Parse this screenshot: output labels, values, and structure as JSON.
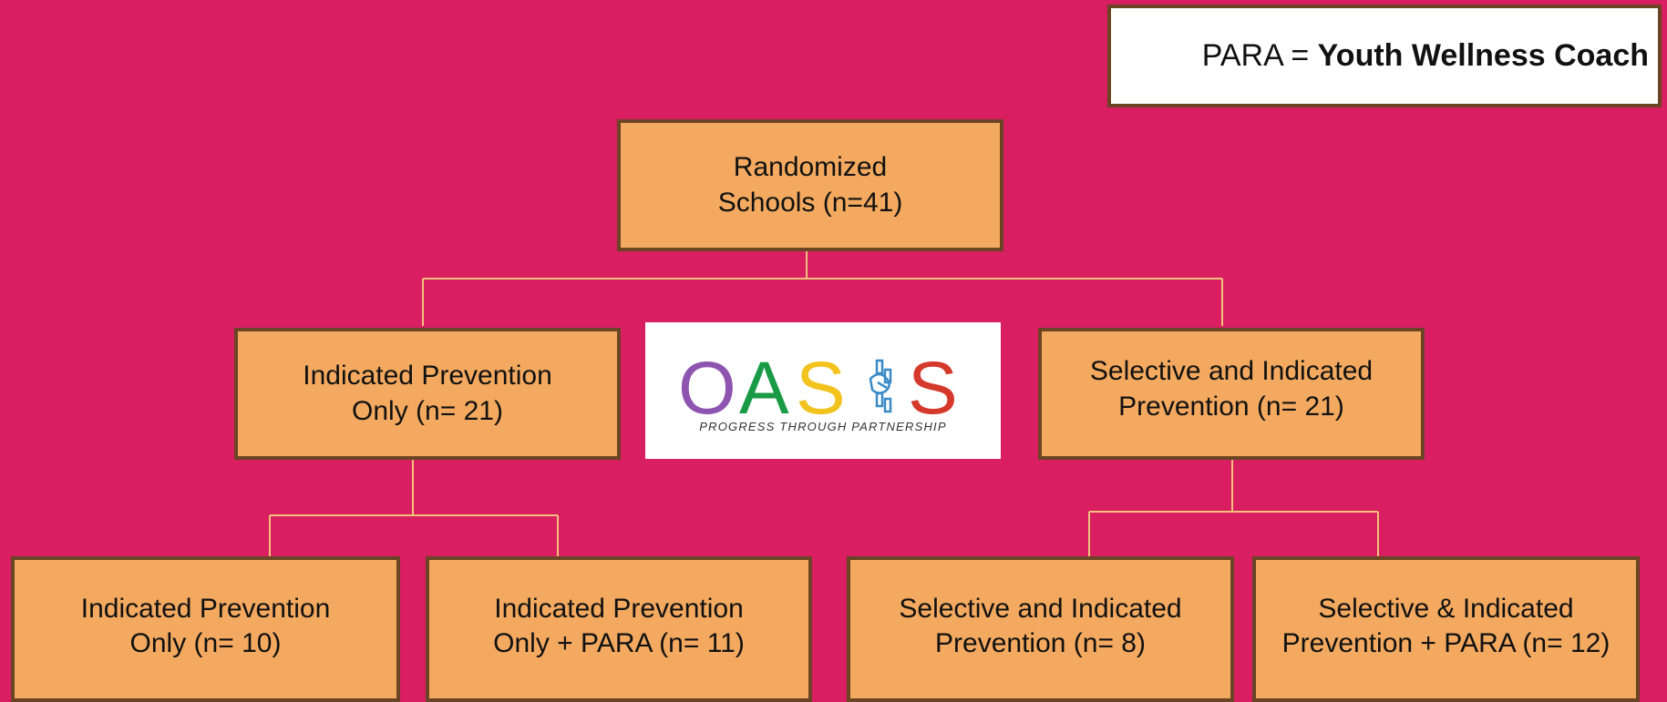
{
  "legend": {
    "prefix": "PARA = ",
    "emphasis": "Youth Wellness Coach"
  },
  "nodes": {
    "root": {
      "label": "Randomized\nSchools (n=41)"
    },
    "indicated": {
      "label": "Indicated Prevention\nOnly (n= 21)"
    },
    "selective": {
      "label": "Selective and Indicated\nPrevention (n= 21)"
    },
    "indicated_only": {
      "label": "Indicated Prevention\nOnly (n= 10)"
    },
    "indicated_para": {
      "label": "Indicated Prevention\nOnly + PARA (n= 11)"
    },
    "selective_only": {
      "label": "Selective and Indicated\nPrevention (n= 8)"
    },
    "selective_para": {
      "label": "Selective & Indicated\nPrevention + PARA (n= 12)"
    }
  },
  "logo": {
    "letters": [
      "O",
      "A",
      "S",
      "S"
    ],
    "tagline": "PROGRESS THROUGH PARTNERSHIP",
    "colors": {
      "O": "#8e55b0",
      "A": "#1a9a45",
      "S1": "#f2c31c",
      "icon": "#3a8ac8",
      "S2": "#d5392b"
    }
  },
  "colors": {
    "background": "#d91e62",
    "box_fill": "#f3a95f",
    "box_border": "#6a4424",
    "connector": "#f2c27a"
  }
}
